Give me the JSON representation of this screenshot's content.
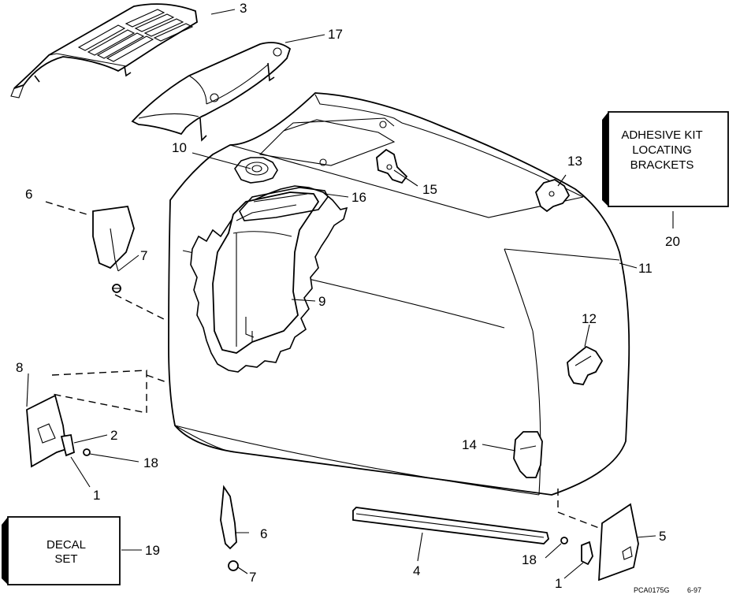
{
  "labels": {
    "l3": "3",
    "l17": "17",
    "l10": "10",
    "l15": "15",
    "l13": "13",
    "l16": "16",
    "l6a": "6",
    "l7a": "7",
    "l9": "9",
    "l11": "11",
    "l12": "12",
    "l20": "20",
    "l8": "8",
    "l2": "2",
    "l18a": "18",
    "l1a": "1",
    "l14": "14",
    "l6b": "6",
    "l7b": "7",
    "l19": "19",
    "l4": "4",
    "l18b": "18",
    "l5": "5",
    "l1b": "1"
  },
  "adhesive_box": {
    "line1": "ADHESIVE KIT",
    "line2": "LOCATING",
    "line3": "BRACKETS"
  },
  "decal_box": {
    "line1": "DECAL",
    "line2": "SET"
  },
  "footer": {
    "code": "PCA0175G",
    "date": "6-97"
  }
}
